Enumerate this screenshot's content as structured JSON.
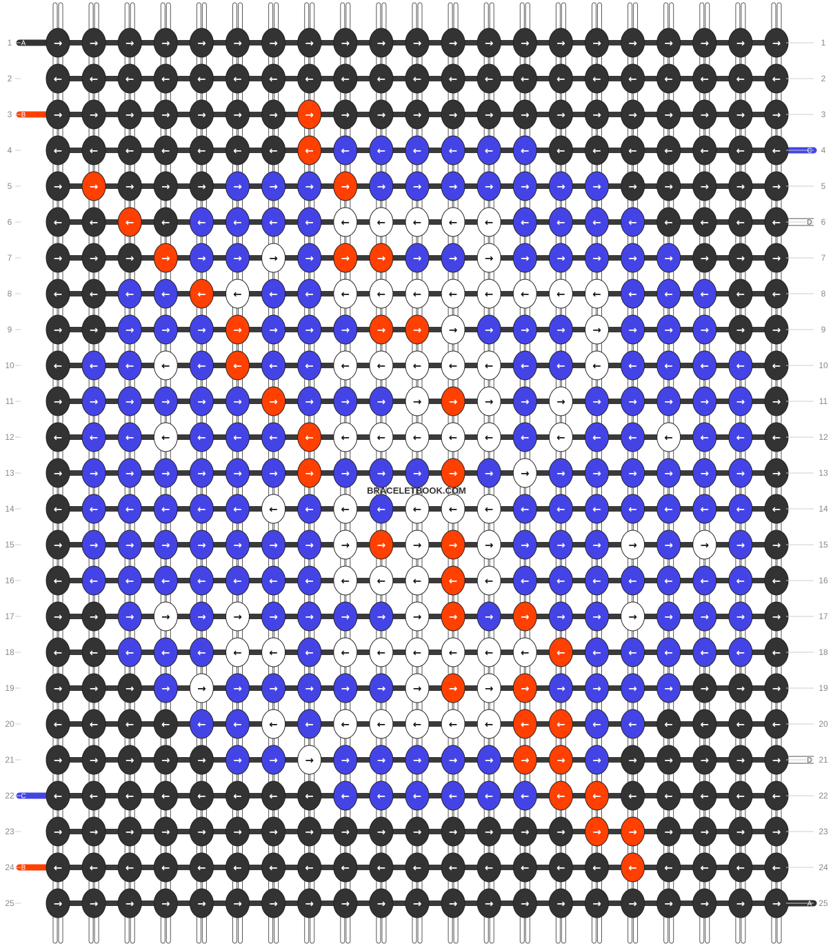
{
  "site": {
    "watermark": "BRACELETBOOK.COM"
  },
  "pattern": {
    "type": "alpha",
    "columns": 21,
    "rows": 25,
    "colors": {
      "A": "#333333",
      "B": "#ff4000",
      "C": "#4444e6",
      "D": "#ffffff"
    },
    "left_strands": [
      {
        "row": 1,
        "letter": "A"
      },
      {
        "row": 3,
        "letter": "B"
      },
      {
        "row": 22,
        "letter": "C"
      },
      {
        "row": 24,
        "letter": "B"
      }
    ],
    "right_strands": [
      {
        "row": 4,
        "letter": "C"
      },
      {
        "row": 6,
        "letter": "D"
      },
      {
        "row": 21,
        "letter": "D"
      },
      {
        "row": 25,
        "letter": "A"
      }
    ],
    "knot_directions": [
      "right",
      "left"
    ],
    "knot_arrows": {
      "right": "→",
      "left": "←"
    },
    "grid": [
      "AAAAAAAAAAAAAAAAAAAAA",
      "AAAAAAAAAAAAAAAAAAAAA",
      "AAAAAAABAAAAAAAAAAAAA",
      "AAAAAAABCCCCCCAAAAAAA",
      "ABAAACCCBCCCCCCCAAAAA",
      "AABACCCCDDDDDCCCCAAAA",
      "AAABCCDCBBCCDCCCCCAAA",
      "AACCBDCCDDDDDDDDCCCAA",
      "AACCCBCCCBBDCCCDCCCAA",
      "ACCDCBCCDDDDDCCDCCCCA",
      "ACCCCCBCCCDBDCDCCCCCA",
      "ACCDCCCBDDDDDCDCCDCCA",
      "ACCCCCCBCCCBCDCCCCCCA",
      "ACCCCCDCDCDDDCCCCCCCA",
      "ACCCCCCCDBDBDCCCDCDCA",
      "ACCCCCCCDDDBDCCCCCCCA",
      "AACDCDCCCCDBCBCCDCCCA",
      "AACCCDDCDDDDDDBCCCCCA",
      "AAACDCCCCCDBDBCCCCAAA",
      "AAAACCDCDDDDDBBCCAAAA",
      "AAAAACCDCCCCCBBCAAAAA",
      "AAAAAAAACCCCCCBBAAAAA",
      "AAAAAAAAAAAAAAABBAAAA",
      "AAAAAAAAAAAAAAAABAAAA",
      "AAAAAAAAAAAAAAAAAAAAA"
    ]
  }
}
